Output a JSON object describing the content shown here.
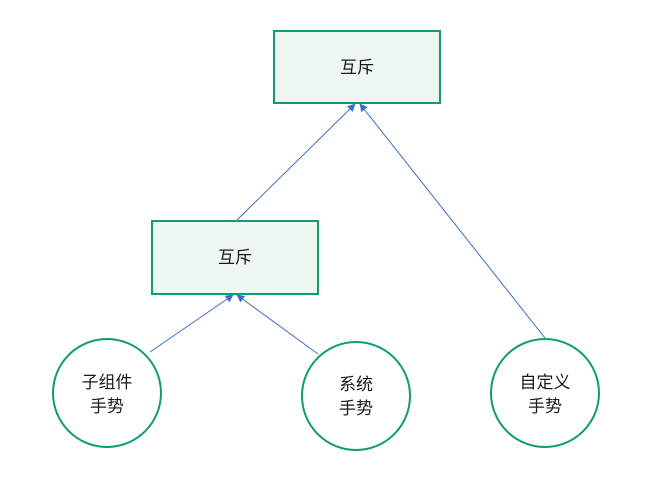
{
  "colors": {
    "node_fill": "#eef6f0",
    "node_stroke": "#0f9b73",
    "circle_fill": "#ffffff",
    "edge": "#3b6fc4",
    "text": "#1a1a1a"
  },
  "nodes": {
    "top_exclusive": {
      "label": "互斥"
    },
    "mid_exclusive": {
      "label": "互斥"
    },
    "child_gesture": {
      "label_line1": "子组件",
      "label_line2": "手势"
    },
    "system_gesture": {
      "label_line1": "系统",
      "label_line2": "手势"
    },
    "custom_gesture": {
      "label_line1": "自定义",
      "label_line2": "手势"
    }
  }
}
